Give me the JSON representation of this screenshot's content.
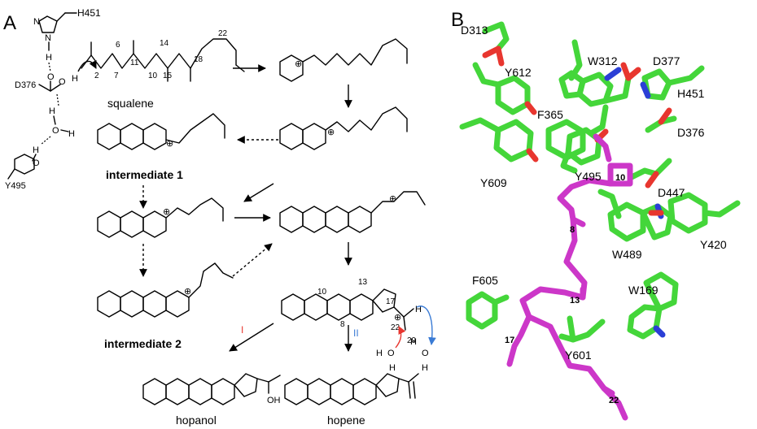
{
  "panelA": {
    "letter": "A",
    "labels": {
      "squalene": "squalene",
      "intermediate1": "intermediate 1",
      "intermediate2": "intermediate 2",
      "hopanol": "hopanol",
      "hopene": "hopene",
      "route1": "I",
      "route2": "II",
      "oh": "OH",
      "h451": "H451",
      "d376": "D376",
      "y495": "Y495",
      "plus": "⊕",
      "atom_o": "O",
      "atom_h": "H",
      "atom_n": "N"
    },
    "numbers": {
      "sq2": "2",
      "sq6": "6",
      "sq7": "7",
      "sq10": "10",
      "sq11": "11",
      "sq14": "14",
      "sq15": "15",
      "sq18": "18",
      "sq22": "22",
      "hp10": "10",
      "hp8": "8",
      "hp13": "13",
      "hp17": "17",
      "hp22": "22",
      "hp29": "29"
    },
    "colors": {
      "route1": "#e8362f",
      "route2": "#3a7bd5"
    }
  },
  "panelB": {
    "letter": "B",
    "residues": {
      "d313": "D313",
      "y612": "Y612",
      "w312": "W312",
      "d377": "D377",
      "f365": "F365",
      "h451": "H451",
      "d376": "D376",
      "y609": "Y609",
      "y495": "Y495",
      "d447": "D447",
      "w489": "W489",
      "y420": "Y420",
      "f605": "F605",
      "w169": "W169",
      "y601": "Y601"
    },
    "positions": {
      "p10": "10",
      "p8": "8",
      "p13": "13",
      "p17": "17",
      "p22": "22"
    },
    "colors": {
      "carbon": "#44d63a",
      "ligand": "#cc37c8",
      "oxygen": "#e8362f",
      "nitrogen": "#2b3fd6"
    }
  }
}
